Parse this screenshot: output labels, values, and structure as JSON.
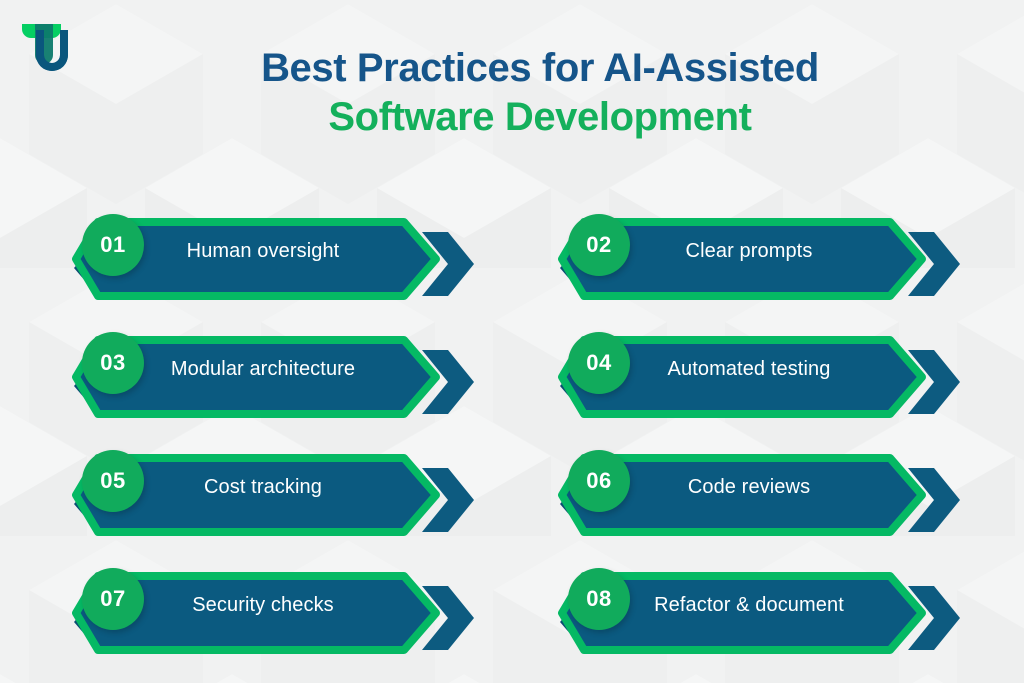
{
  "brand": {
    "logo_icon": "tu-monogram-logo",
    "green": "#05b964",
    "dark_blue": "#0a567d",
    "title_blue": "#16558a",
    "badge_green": "#11ab5c",
    "background": "#f1f2f2"
  },
  "header": {
    "title_line_1": "Best Practices for AI-Assisted",
    "title_line_2": "Software Development"
  },
  "items": [
    {
      "number": "01",
      "label": "Human oversight"
    },
    {
      "number": "02",
      "label": "Clear prompts"
    },
    {
      "number": "03",
      "label": "Modular architecture"
    },
    {
      "number": "04",
      "label": "Automated testing"
    },
    {
      "number": "05",
      "label": "Cost tracking"
    },
    {
      "number": "06",
      "label": "Code reviews"
    },
    {
      "number": "07",
      "label": "Security checks"
    },
    {
      "number": "08",
      "label": "Refactor &amp; document"
    }
  ]
}
